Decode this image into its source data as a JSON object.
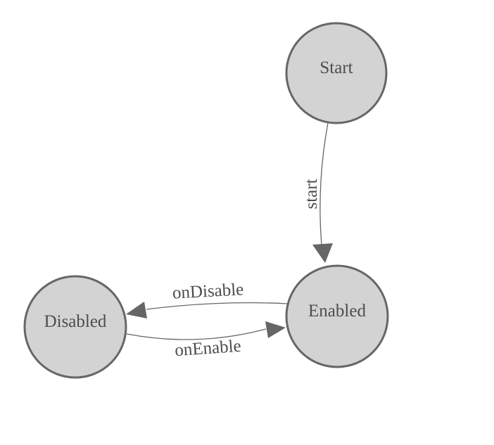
{
  "diagram": {
    "type": "state-machine",
    "background_color": "#ffffff",
    "colors": {
      "node_fill": "#d3d3d3",
      "node_stroke": "#666666",
      "edge_stroke": "#666666",
      "arrowhead_fill": "#666666",
      "text_color": "#4d4d4d"
    },
    "nodes": [
      {
        "id": "start",
        "label": "Start"
      },
      {
        "id": "enabled",
        "label": "Enabled"
      },
      {
        "id": "disabled",
        "label": "Disabled"
      }
    ],
    "edges": [
      {
        "id": "start-transition",
        "label": "start",
        "from": "Start",
        "to": "Enabled"
      },
      {
        "id": "on-disable",
        "label": "onDisable",
        "from": "Enabled",
        "to": "Disabled"
      },
      {
        "id": "on-enable",
        "label": "onEnable",
        "from": "Disabled",
        "to": "Enabled"
      }
    ]
  }
}
